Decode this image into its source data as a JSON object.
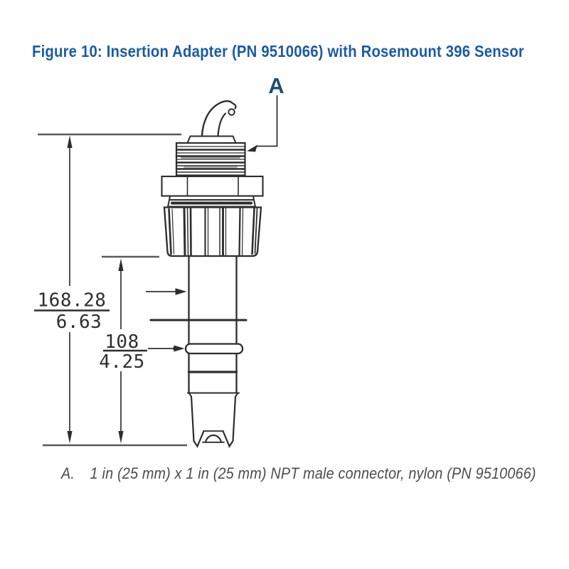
{
  "title": {
    "text": "Figure 10: Insertion Adapter (PN 9510066) with Rosemount 396 Sensor"
  },
  "callout": {
    "label": "A"
  },
  "dimensions": {
    "overall": {
      "mm": "168.28",
      "inch": "6.63"
    },
    "insertion": {
      "mm": "108",
      "inch": "4.25"
    }
  },
  "caption": {
    "index": "A.",
    "text": "1 in (25 mm) x 1 in (25 mm) NPT male connector, nylon (PN 9510066)"
  },
  "colors": {
    "title": "#1b5ca5",
    "callout": "#1f4e74",
    "dim_text": "#2e2e2e",
    "line_dark": "#2d2d2d",
    "line_gray": "#5a5a5a",
    "caption": "#4c4c4c",
    "background": "#ffffff"
  }
}
